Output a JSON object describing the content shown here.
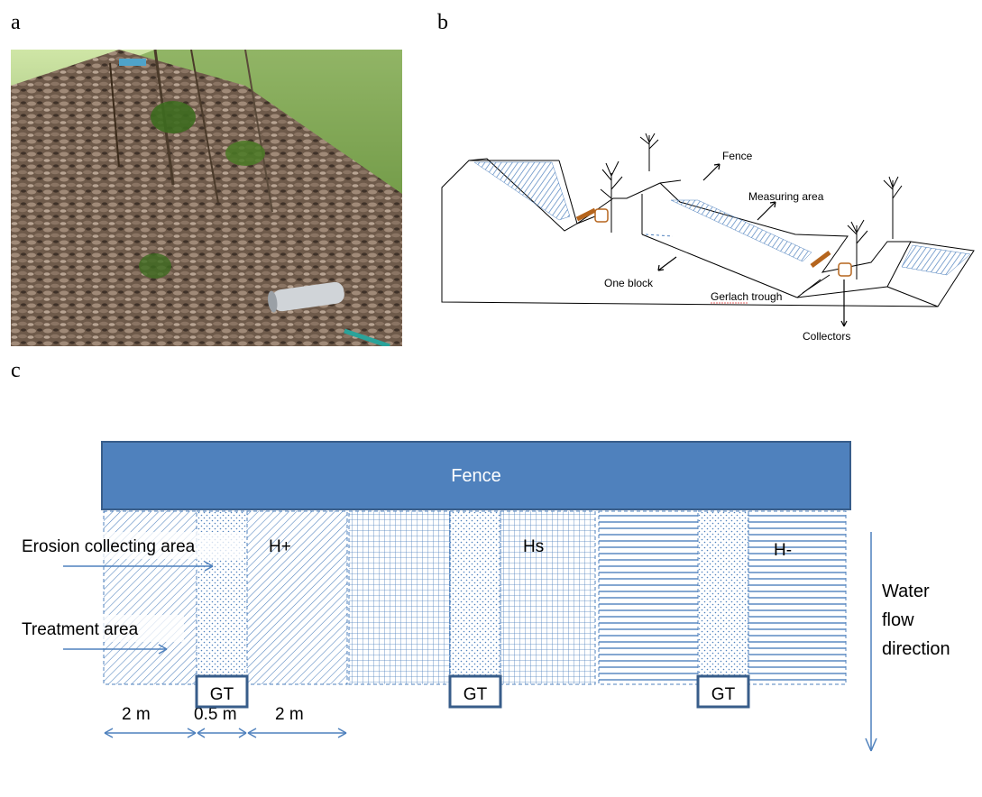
{
  "panels": {
    "a": "a",
    "b": "b",
    "c": "c"
  },
  "schematic": {
    "fence": "Fence",
    "measuring_area": "Measuring area",
    "one_block": "One block",
    "gerlach_trough": "Gerlach trough",
    "collectors": "Collectors"
  },
  "layout": {
    "fence": "Fence",
    "erosion_area": "Erosion collecting area",
    "treatment_area": "Treatment area",
    "treatments": [
      "H+",
      "Hs",
      "H-"
    ],
    "dims": [
      "2 m",
      "0.5 m",
      "2 m"
    ],
    "gt": "GT",
    "water_flow": [
      "Water",
      "flow",
      "direction"
    ]
  },
  "colors": {
    "fence_fill": "#4f81bd",
    "fence_stroke": "#385d8a",
    "hatch": "#4f81bd",
    "trough": "#b5651d"
  }
}
